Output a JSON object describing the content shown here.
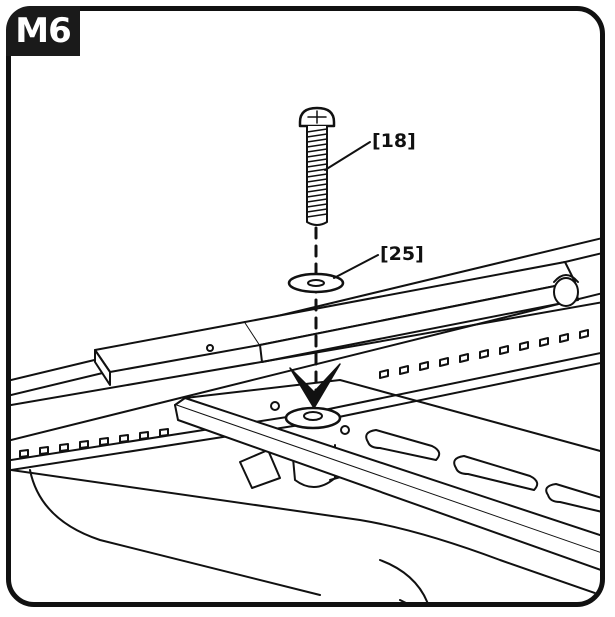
{
  "step": {
    "label": "M6"
  },
  "callouts": {
    "screw": "[18]",
    "washer": "[25]"
  },
  "colors": {
    "stroke": "#111111",
    "frame": "#111111",
    "badge_bg": "#1a1a1a",
    "badge_text": "#ffffff"
  },
  "icons": {
    "screw": "screw-icon",
    "washer": "washer-icon",
    "arrow": "insert-arrow-icon"
  }
}
